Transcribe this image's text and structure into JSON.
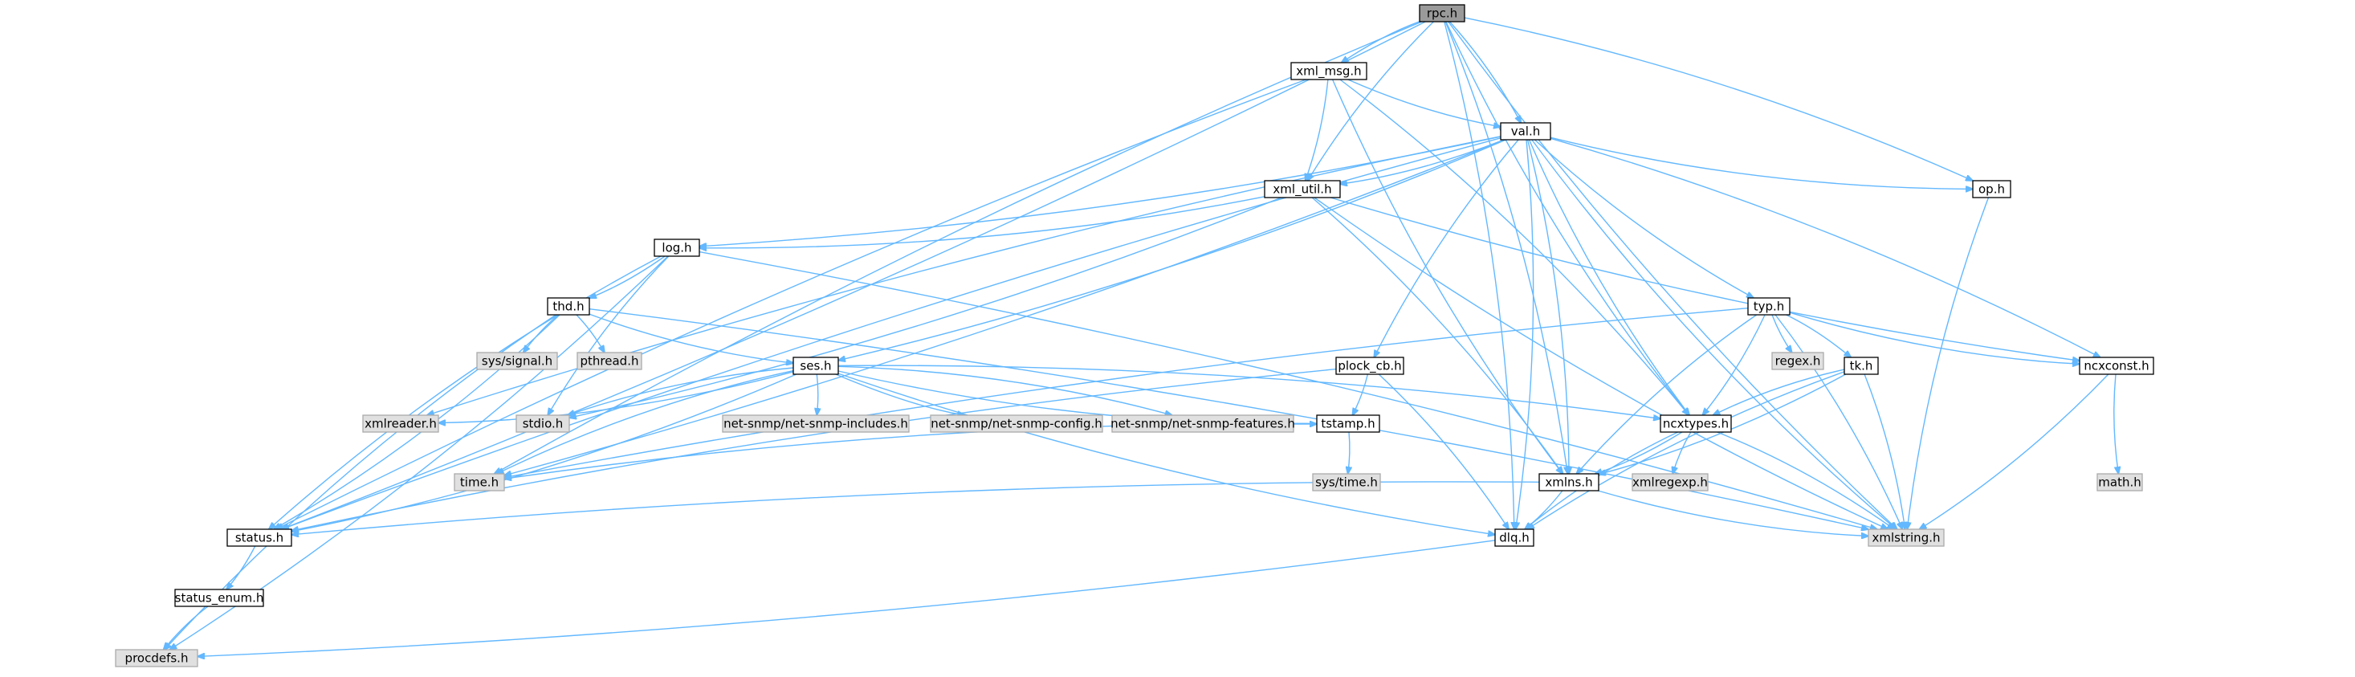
{
  "colors": {
    "edge": "#63b8ff",
    "node_fill": "#ffffff",
    "node_border": "#000000",
    "external_fill": "#e0e0e0",
    "external_border": "#aaaaaa",
    "root_fill": "#9a9a9a"
  },
  "nodes": [
    {
      "id": "rpc",
      "label": "rpc.h",
      "kind": "root"
    },
    {
      "id": "xml_msg",
      "label": "xml_msg.h",
      "kind": "local"
    },
    {
      "id": "val",
      "label": "val.h",
      "kind": "local"
    },
    {
      "id": "xml_util",
      "label": "xml_util.h",
      "kind": "local"
    },
    {
      "id": "op",
      "label": "op.h",
      "kind": "local"
    },
    {
      "id": "log",
      "label": "log.h",
      "kind": "local"
    },
    {
      "id": "thd",
      "label": "thd.h",
      "kind": "local"
    },
    {
      "id": "typ",
      "label": "typ.h",
      "kind": "local"
    },
    {
      "id": "sys_signal",
      "label": "sys/signal.h",
      "kind": "external"
    },
    {
      "id": "pthread",
      "label": "pthread.h",
      "kind": "external"
    },
    {
      "id": "ses",
      "label": "ses.h",
      "kind": "local"
    },
    {
      "id": "plock_cb",
      "label": "plock_cb.h",
      "kind": "local"
    },
    {
      "id": "regex",
      "label": "regex.h",
      "kind": "external"
    },
    {
      "id": "tk",
      "label": "tk.h",
      "kind": "local"
    },
    {
      "id": "ncxconst",
      "label": "ncxconst.h",
      "kind": "local"
    },
    {
      "id": "xmlreader",
      "label": "xmlreader.h",
      "kind": "external"
    },
    {
      "id": "stdio",
      "label": "stdio.h",
      "kind": "external"
    },
    {
      "id": "nsinc",
      "label": "net-snmp/net-snmp-includes.h",
      "kind": "external"
    },
    {
      "id": "nsconf",
      "label": "net-snmp/net-snmp-config.h",
      "kind": "external"
    },
    {
      "id": "nsfeat",
      "label": "net-snmp/net-snmp-features.h",
      "kind": "external"
    },
    {
      "id": "tstamp",
      "label": "tstamp.h",
      "kind": "local"
    },
    {
      "id": "ncxtypes",
      "label": "ncxtypes.h",
      "kind": "local"
    },
    {
      "id": "math",
      "label": "math.h",
      "kind": "external"
    },
    {
      "id": "time",
      "label": "time.h",
      "kind": "external"
    },
    {
      "id": "sys_time",
      "label": "sys/time.h",
      "kind": "external"
    },
    {
      "id": "xmlns",
      "label": "xmlns.h",
      "kind": "local"
    },
    {
      "id": "xmlregexp",
      "label": "xmlregexp.h",
      "kind": "external"
    },
    {
      "id": "status",
      "label": "status.h",
      "kind": "local"
    },
    {
      "id": "dlq",
      "label": "dlq.h",
      "kind": "local"
    },
    {
      "id": "xmlstring",
      "label": "xmlstring.h",
      "kind": "external"
    },
    {
      "id": "status_enum",
      "label": "status_enum.h",
      "kind": "local"
    },
    {
      "id": "procdefs",
      "label": "procdefs.h",
      "kind": "external"
    }
  ],
  "edges": [
    [
      "rpc",
      "xml_msg"
    ],
    [
      "rpc",
      "val"
    ],
    [
      "rpc",
      "xml_util"
    ],
    [
      "rpc",
      "op"
    ],
    [
      "rpc",
      "ncxtypes"
    ],
    [
      "rpc",
      "xmlns"
    ],
    [
      "rpc",
      "xmlstring"
    ],
    [
      "rpc",
      "status"
    ],
    [
      "rpc",
      "time"
    ],
    [
      "rpc",
      "dlq"
    ],
    [
      "xml_msg",
      "val"
    ],
    [
      "xml_msg",
      "xml_util"
    ],
    [
      "xml_msg",
      "status"
    ],
    [
      "xml_msg",
      "ncxtypes"
    ],
    [
      "xml_msg",
      "xmlns"
    ],
    [
      "val",
      "xml_util"
    ],
    [
      "val",
      "op"
    ],
    [
      "val",
      "log"
    ],
    [
      "val",
      "typ"
    ],
    [
      "val",
      "ses"
    ],
    [
      "val",
      "plock_cb"
    ],
    [
      "val",
      "ncxconst"
    ],
    [
      "val",
      "ncxtypes"
    ],
    [
      "val",
      "xmlns"
    ],
    [
      "val",
      "xmlstring"
    ],
    [
      "val",
      "dlq"
    ],
    [
      "val",
      "status"
    ],
    [
      "val",
      "time"
    ],
    [
      "val",
      "xmlreader"
    ],
    [
      "xml_util",
      "log"
    ],
    [
      "xml_util",
      "ncxconst"
    ],
    [
      "xml_util",
      "xmlns"
    ],
    [
      "xml_util",
      "xmlstring"
    ],
    [
      "xml_util",
      "stdio"
    ],
    [
      "op",
      "xmlstring"
    ],
    [
      "log",
      "thd"
    ],
    [
      "log",
      "status"
    ],
    [
      "log",
      "procdefs"
    ],
    [
      "log",
      "stdio"
    ],
    [
      "log",
      "xmlstring"
    ],
    [
      "thd",
      "sys_signal"
    ],
    [
      "thd",
      "pthread"
    ],
    [
      "thd",
      "ses"
    ],
    [
      "thd",
      "status"
    ],
    [
      "thd",
      "procdefs"
    ],
    [
      "thd",
      "xmlstring"
    ],
    [
      "typ",
      "regex"
    ],
    [
      "typ",
      "tk"
    ],
    [
      "typ",
      "ncxconst"
    ],
    [
      "typ",
      "ncxtypes"
    ],
    [
      "typ",
      "xmlns"
    ],
    [
      "typ",
      "xmlstring"
    ],
    [
      "typ",
      "time"
    ],
    [
      "ses",
      "xmlreader"
    ],
    [
      "ses",
      "stdio"
    ],
    [
      "ses",
      "nsinc"
    ],
    [
      "ses",
      "nsconf"
    ],
    [
      "ses",
      "nsfeat"
    ],
    [
      "ses",
      "tstamp"
    ],
    [
      "ses",
      "ncxtypes"
    ],
    [
      "ses",
      "time"
    ],
    [
      "ses",
      "status"
    ],
    [
      "ses",
      "dlq"
    ],
    [
      "plock_cb",
      "tstamp"
    ],
    [
      "plock_cb",
      "status"
    ],
    [
      "plock_cb",
      "dlq"
    ],
    [
      "tk",
      "ncxtypes"
    ],
    [
      "tk",
      "xmlns"
    ],
    [
      "tk",
      "dlq"
    ],
    [
      "tk",
      "xmlstring"
    ],
    [
      "ncxconst",
      "math"
    ],
    [
      "ncxconst",
      "xmlstring"
    ],
    [
      "tstamp",
      "time"
    ],
    [
      "tstamp",
      "sys_time"
    ],
    [
      "ncxtypes",
      "xmlregexp"
    ],
    [
      "ncxtypes",
      "xmlns"
    ],
    [
      "ncxtypes",
      "dlq"
    ],
    [
      "ncxtypes",
      "xmlstring"
    ],
    [
      "xmlns",
      "status"
    ],
    [
      "xmlns",
      "dlq"
    ],
    [
      "xmlns",
      "xmlstring"
    ],
    [
      "status",
      "status_enum"
    ],
    [
      "status_enum",
      "procdefs"
    ],
    [
      "dlq",
      "procdefs"
    ]
  ]
}
